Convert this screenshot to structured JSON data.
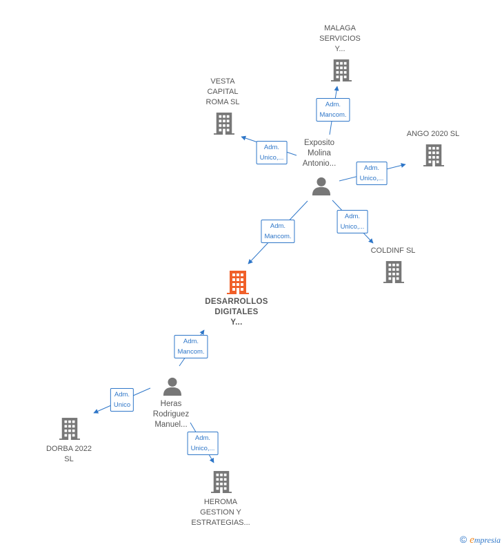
{
  "colors": {
    "edge": "#2e76c8",
    "building": "#777777",
    "building_main": "#f0602a",
    "person": "#777777",
    "text": "#555555"
  },
  "nodes": {
    "malaga": {
      "lines": [
        "MALAGA",
        "SERVICIOS",
        "Y..."
      ],
      "icon": "building-icon"
    },
    "vesta": {
      "lines": [
        "VESTA",
        "CAPITAL",
        "ROMA  SL"
      ],
      "icon": "building-icon"
    },
    "ango": {
      "lines": [
        "ANGO 2020  SL"
      ],
      "icon": "building-icon"
    },
    "coldinf": {
      "lines": [
        "COLDINF  SL"
      ],
      "icon": "building-icon"
    },
    "desarrollos": {
      "lines": [
        "DESARROLLOS",
        "DIGITALES",
        "Y..."
      ],
      "icon": "building-icon"
    },
    "dorba": {
      "lines": [
        "DORBA 2022",
        "SL"
      ],
      "icon": "building-icon"
    },
    "heroma": {
      "lines": [
        "HEROMA",
        "GESTION Y",
        "ESTRATEGIAS..."
      ],
      "icon": "building-icon"
    },
    "exposito": {
      "lines": [
        "Exposito",
        "Molina",
        "Antonio..."
      ],
      "icon": "person-icon"
    },
    "heras": {
      "lines": [
        "Heras",
        "Rodriguez",
        "Manuel..."
      ],
      "icon": "person-icon"
    }
  },
  "edges": {
    "exp_malaga": [
      "Adm.",
      "Mancom."
    ],
    "exp_vesta": [
      "Adm.",
      "Unico,..."
    ],
    "exp_ango": [
      "Adm.",
      "Unico,..."
    ],
    "exp_coldinf": [
      "Adm.",
      "Unico,..."
    ],
    "exp_desarrollos": [
      "Adm.",
      "Mancom."
    ],
    "heras_desarrollos": [
      "Adm.",
      "Mancom."
    ],
    "heras_dorba": [
      "Adm.",
      "Unico"
    ],
    "heras_heroma": [
      "Adm.",
      "Unico,..."
    ]
  },
  "footer": {
    "copyright": "©",
    "brand_first": "e",
    "brand_rest": "mpresia"
  }
}
